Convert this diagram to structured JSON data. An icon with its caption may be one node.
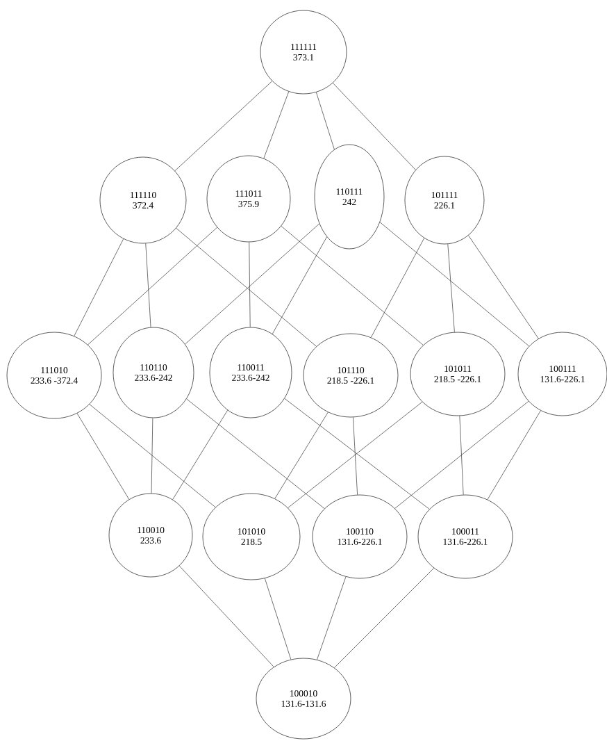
{
  "diagram": {
    "nodes": [
      {
        "text": [
          "111111",
          "373.1"
        ]
      },
      {
        "text": [
          "111110",
          "372.4"
        ]
      },
      {
        "text": [
          "111011",
          "375.9"
        ]
      },
      {
        "text": [
          "110111",
          "242"
        ]
      },
      {
        "text": [
          "101111",
          "226.1"
        ]
      },
      {
        "text": [
          "111010",
          "233.6 -372.4"
        ]
      },
      {
        "text": [
          "110110",
          "233.6-242"
        ]
      },
      {
        "text": [
          "110011",
          "233.6-242"
        ]
      },
      {
        "text": [
          "101110",
          "218.5 -226.1"
        ]
      },
      {
        "text": [
          "101011",
          "218.5 -226.1"
        ]
      },
      {
        "text": [
          "100111",
          "131.6-226.1"
        ]
      },
      {
        "text": [
          "110010",
          "233.6"
        ]
      },
      {
        "text": [
          "101010",
          "218.5"
        ]
      },
      {
        "text": [
          "100110",
          "131.6-226.1"
        ]
      },
      {
        "text": [
          "100011",
          "131.6-226.1"
        ]
      },
      {
        "text": [
          "100010",
          "131.6-131.6"
        ]
      }
    ],
    "edges": [
      {
        "from": 0,
        "to": 1,
        "arrow": "none"
      },
      {
        "from": 0,
        "to": 2,
        "arrow": "none"
      },
      {
        "from": 0,
        "to": 3,
        "arrow": "none"
      },
      {
        "from": 0,
        "to": 4,
        "arrow": "none"
      },
      {
        "from": 1,
        "to": 5,
        "arrow": "none"
      },
      {
        "from": 1,
        "to": 6,
        "arrow": "none"
      },
      {
        "from": 1,
        "to": 8,
        "arrow": "none"
      },
      {
        "from": 2,
        "to": 5,
        "arrow": "none"
      },
      {
        "from": 2,
        "to": 7,
        "arrow": "none"
      },
      {
        "from": 2,
        "to": 9,
        "arrow": "none"
      },
      {
        "from": 3,
        "to": 6,
        "arrow": "none"
      },
      {
        "from": 3,
        "to": 7,
        "arrow": "none"
      },
      {
        "from": 3,
        "to": 10,
        "arrow": "none"
      },
      {
        "from": 4,
        "to": 8,
        "arrow": "none"
      },
      {
        "from": 4,
        "to": 9,
        "arrow": "none"
      },
      {
        "from": 4,
        "to": 10,
        "arrow": "none"
      },
      {
        "from": 5,
        "to": 11,
        "arrow": "none"
      },
      {
        "from": 5,
        "to": 12,
        "arrow": "none"
      },
      {
        "from": 6,
        "to": 11,
        "arrow": "none"
      },
      {
        "from": 6,
        "to": 13,
        "arrow": "none"
      },
      {
        "from": 7,
        "to": 11,
        "arrow": "none"
      },
      {
        "from": 7,
        "to": 14,
        "arrow": "none"
      },
      {
        "from": 8,
        "to": 12,
        "arrow": "none"
      },
      {
        "from": 8,
        "to": 13,
        "arrow": "none"
      },
      {
        "from": 9,
        "to": 12,
        "arrow": "none"
      },
      {
        "from": 9,
        "to": 14,
        "arrow": "none"
      },
      {
        "from": 10,
        "to": 13,
        "arrow": "none"
      },
      {
        "from": 10,
        "to": 14,
        "arrow": "none"
      },
      {
        "from": 11,
        "to": 15,
        "arrow": "none"
      },
      {
        "from": 12,
        "to": 15,
        "arrow": "none"
      },
      {
        "from": 13,
        "to": 15,
        "arrow": "none"
      },
      {
        "from": 14,
        "to": 15,
        "arrow": "none"
      }
    ]
  }
}
